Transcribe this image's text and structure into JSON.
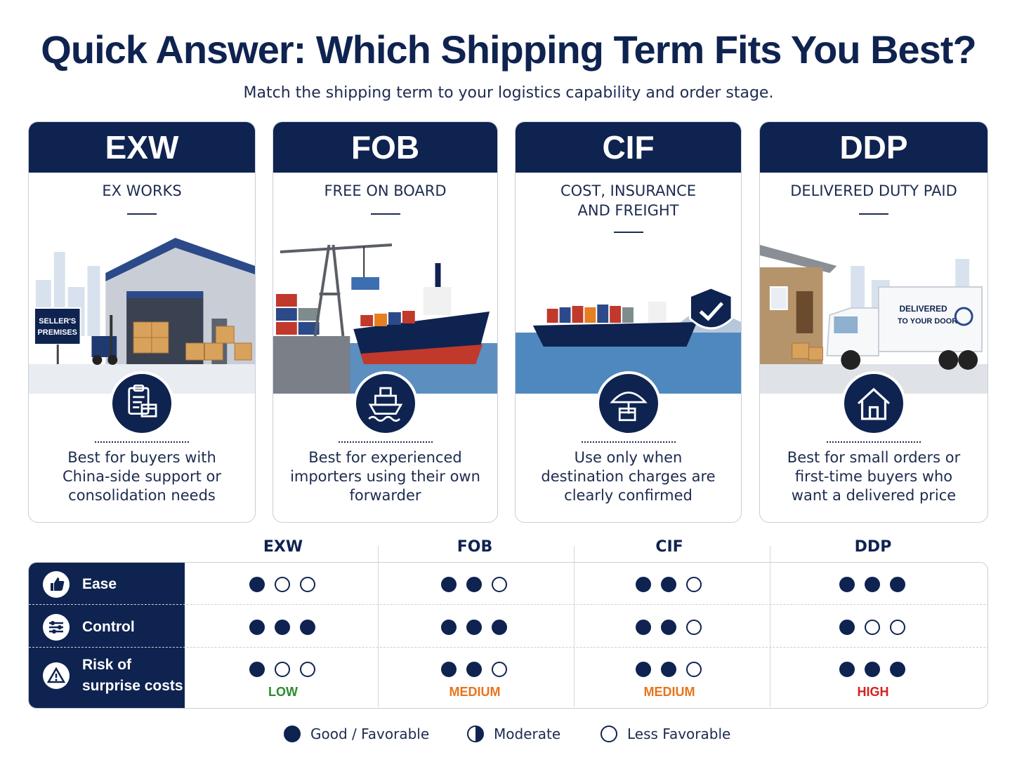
{
  "header": {
    "title": "Quick Answer: Which Shipping Term Fits You Best?",
    "subtitle": "Match the shipping term to your logistics capability and order stage."
  },
  "cards": [
    {
      "code": "EXW",
      "name": "EX WORKS",
      "description": "Best for buyers with China-side support or consolidation needs",
      "sign_text": "SELLER'S PREMISES"
    },
    {
      "code": "FOB",
      "name": "FREE ON BOARD",
      "description": "Best for experienced importers using their own forwarder"
    },
    {
      "code": "CIF",
      "name_line1": "COST, INSURANCE",
      "name_line2": "AND FREIGHT",
      "description": "Use only when destination charges are clearly confirmed"
    },
    {
      "code": "DDP",
      "name": "DELIVERED DUTY PAID",
      "description": "Best for small orders or first-time buyers who want a delivered price",
      "truck_line1": "DELIVERED",
      "truck_line2": "TO YOUR DOOR"
    }
  ],
  "comparison": {
    "columns": [
      "EXW",
      "FOB",
      "CIF",
      "DDP"
    ],
    "rows": [
      {
        "label": "Ease",
        "icon": "thumbs-up-icon",
        "ratings": [
          1,
          2,
          2,
          3
        ]
      },
      {
        "label": "Control",
        "icon": "sliders-icon",
        "ratings": [
          3,
          3,
          2,
          1
        ]
      },
      {
        "label_line1": "Risk of",
        "label_line2": "surprise costs",
        "icon": "warning-icon",
        "ratings": [
          1,
          2,
          2,
          3
        ]
      }
    ],
    "risk_levels": [
      {
        "text": "LOW",
        "color": "#2e8b2e"
      },
      {
        "text": "MEDIUM",
        "color": "#e8741c"
      },
      {
        "text": "MEDIUM",
        "color": "#e8741c"
      },
      {
        "text": "HIGH",
        "color": "#d62020"
      }
    ]
  },
  "legend": {
    "good": "Good / Favorable",
    "moderate": "Moderate",
    "less": "Less Favorable"
  },
  "colors": {
    "navy": "#0f2350",
    "border": "#c9ced8"
  }
}
